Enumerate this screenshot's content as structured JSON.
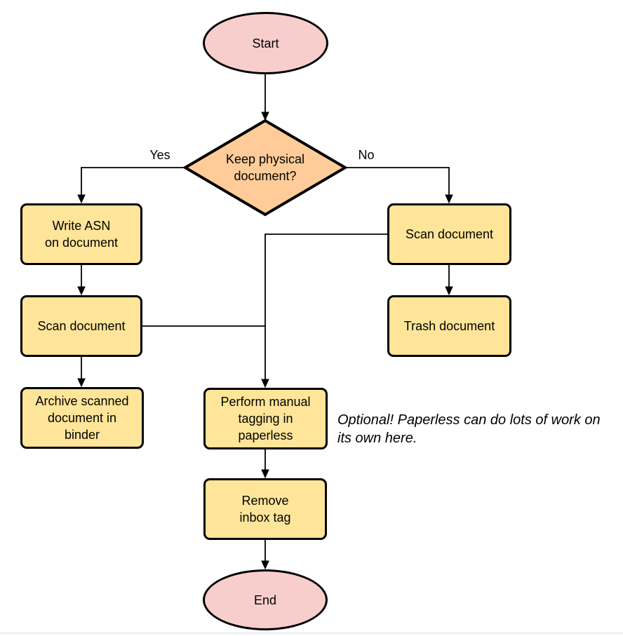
{
  "diagram": {
    "colors": {
      "terminal_fill": "#F8CECC",
      "decision_fill": "#FFCC99",
      "process_fill": "#FFE599",
      "stroke": "#000000"
    },
    "nodes": {
      "start": {
        "label": "Start"
      },
      "decision": {
        "label": "Keep physical\ndocument?"
      },
      "write_asn": {
        "label": "Write ASN\non document"
      },
      "scan_left": {
        "label": "Scan document"
      },
      "archive": {
        "label": "Archive scanned\ndocument in\nbinder"
      },
      "scan_right": {
        "label": "Scan document"
      },
      "trash": {
        "label": "Trash document"
      },
      "tagging": {
        "label": "Perform manual\ntagging in\npaperless"
      },
      "remove_inbox": {
        "label": "Remove\ninbox tag"
      },
      "end": {
        "label": "End"
      }
    },
    "edge_labels": {
      "yes": "Yes",
      "no": "No"
    },
    "note": "Optional! Paperless can do lots of work on\nits own here."
  }
}
